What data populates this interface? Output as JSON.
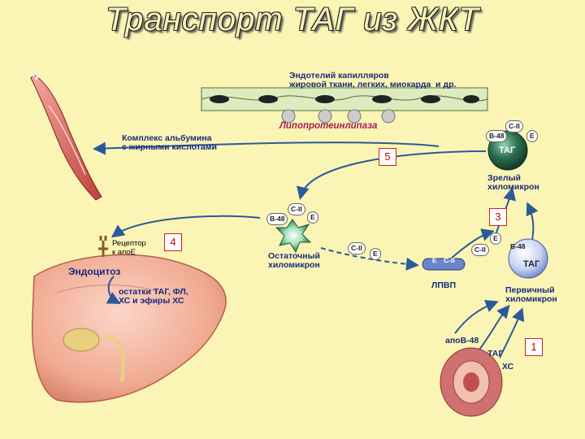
{
  "title": "Транспорт ТАГ из ЖКТ",
  "labels": {
    "endothelium": "Эндотелий капилляров\nжировой ткани, легких, миокарда  и др.",
    "lipase": "Липопротеинлипаза",
    "albumin": "Комплекс альбумина\nс жирными кислотами",
    "mature": "Зрелый\nхиломикрон",
    "residual": "Остаточный\nхиломикрон",
    "primary": "Первичный\nхиломикрон",
    "receptor": "Рецептор\nк апоЕ",
    "endocytosis": "Эндоцитоз",
    "remnants": "остатки ТАГ, ФЛ,\nХС и эфиры ХС",
    "hdl": "ЛПВП",
    "apoB48_input": "апоВ-48",
    "tag_input": "ТАГ",
    "xc_input": "ХС"
  },
  "apoproteins": {
    "c2": "С-II",
    "b48": "В-48",
    "e": "Е",
    "tag": "ТАГ"
  },
  "steps": [
    "1",
    "3",
    "4",
    "5"
  ],
  "colors": {
    "background": "#fbf5b5",
    "arrow": "#2a5a9a",
    "number_border": "#d02020"
  }
}
